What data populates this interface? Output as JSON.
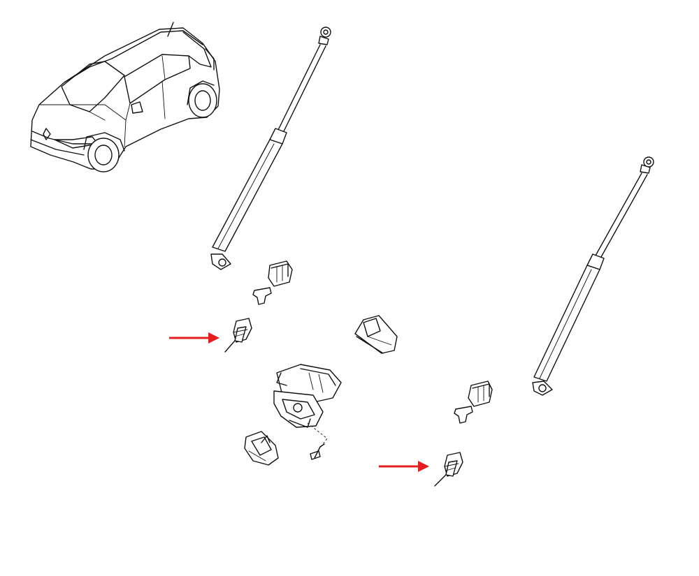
{
  "diagram": {
    "highlight_color": "#e41e1e",
    "line_color": "#111111",
    "parts": [
      {
        "name": "car-overview",
        "icon": "hatchback-car"
      },
      {
        "name": "gas-strut-left",
        "icon": "gas-strut"
      },
      {
        "name": "gas-strut-right",
        "icon": "gas-strut"
      },
      {
        "name": "bump-stop",
        "icon": "rubber-stop"
      },
      {
        "name": "push-clip",
        "icon": "clip",
        "highlighted": true
      },
      {
        "name": "tailgate-lock",
        "icon": "lock-actuator"
      },
      {
        "name": "switch-module",
        "icon": "switch"
      },
      {
        "name": "striker",
        "icon": "striker-plate"
      },
      {
        "name": "screw",
        "icon": "screw"
      }
    ],
    "arrows": [
      {
        "target": "push-clip-left",
        "direction": "right"
      },
      {
        "target": "push-clip-right",
        "direction": "right"
      }
    ]
  }
}
